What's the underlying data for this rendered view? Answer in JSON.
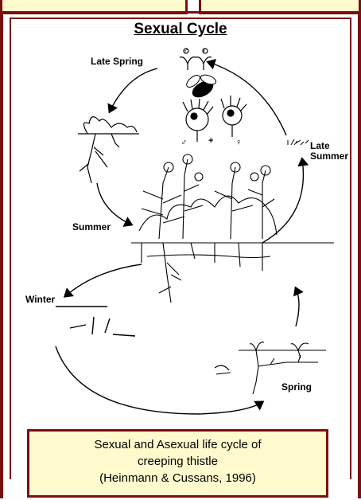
{
  "diagram": {
    "title": "Sexual Cycle",
    "stages": {
      "late_spring": "Late Spring",
      "late_summer": "Late\nSummer",
      "summer": "Summer",
      "winter": "Winter",
      "spring": "Spring"
    },
    "symbols": {
      "male": "♂",
      "female": "♀",
      "plus": "+"
    }
  },
  "caption": {
    "line1": "Sexual and Asexual life cycle of",
    "line2": "creeping thistle",
    "line3": "(Heinmann & Cussans, 1996)"
  },
  "colors": {
    "frame": "#7a0f0f",
    "caption_bg": "#fffacd"
  }
}
